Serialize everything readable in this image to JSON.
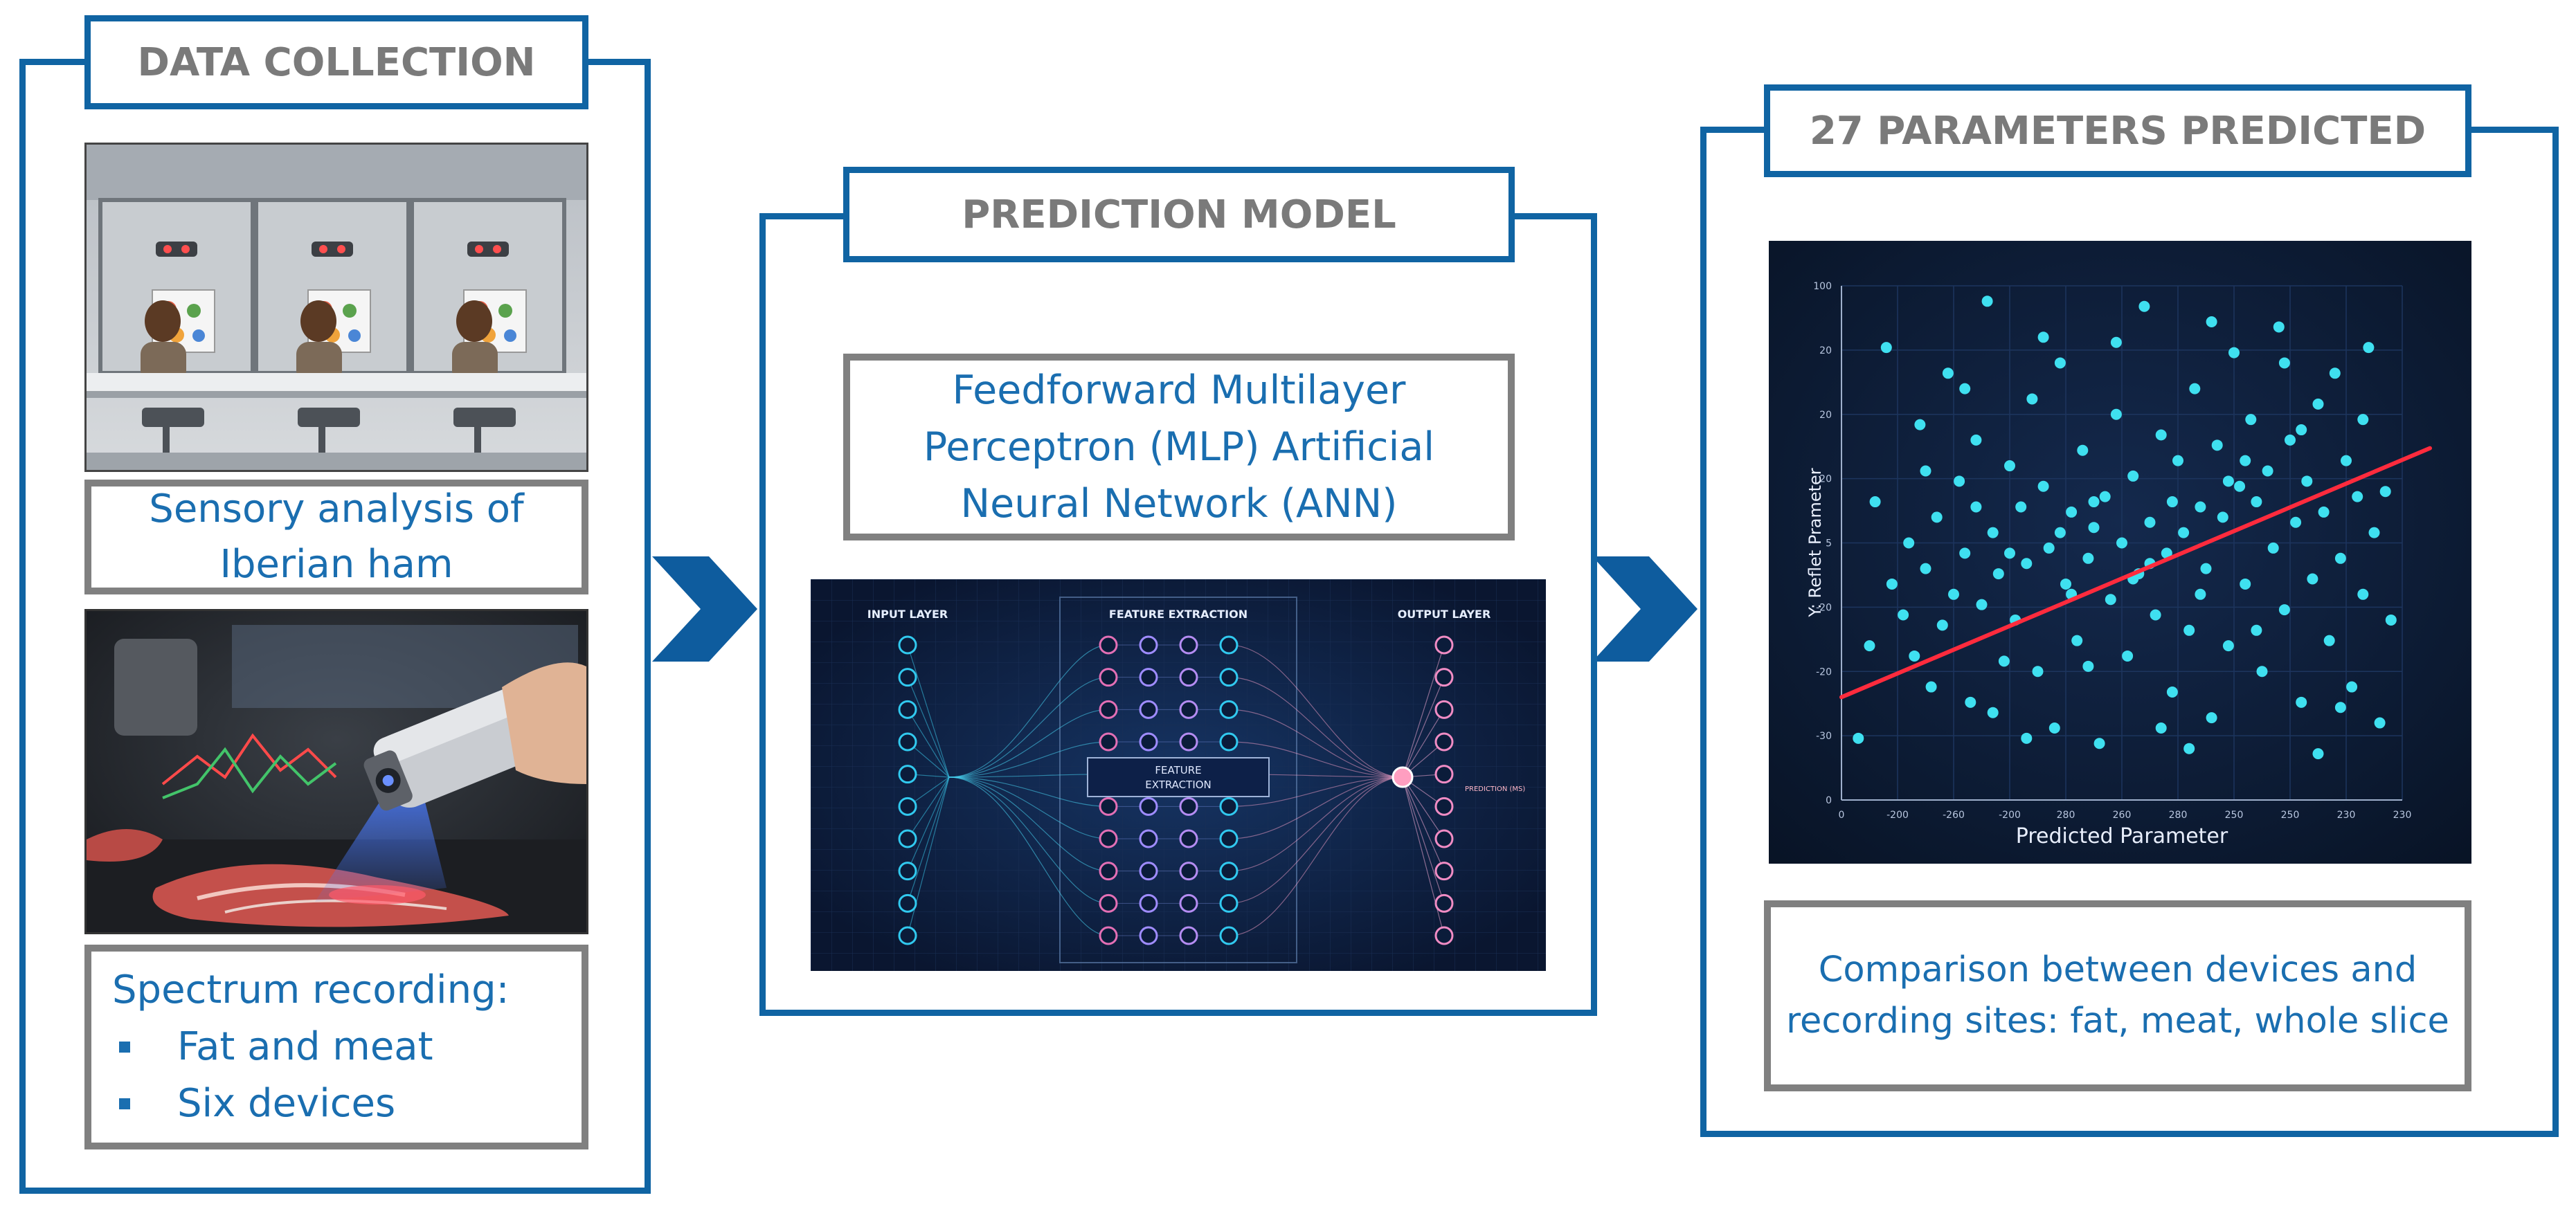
{
  "sections": {
    "data_collection": {
      "title": "DATA COLLECTION"
    },
    "prediction_model": {
      "title": "PREDICTION MODEL"
    },
    "parameters": {
      "title": "27 PARAMETERS PREDICTED"
    }
  },
  "data_collection": {
    "sensory_text": [
      "Sensory analysis of",
      "Iberian ham"
    ],
    "spectrum_title": "Spectrum recording:",
    "spectrum_items": [
      "Fat and meat",
      "Six devices"
    ]
  },
  "prediction_model": {
    "model_text": [
      "Feedforward Multilayer",
      "Perceptron (MLP) Artificial",
      "Neural Network (ANN)"
    ],
    "network_labels": {
      "input": "INPUT LAYER",
      "feature": "FEATURE EXTRACTION",
      "output": "OUTPUT LAYER",
      "center_1": "FEATURE",
      "center_2": "EXTRACTION",
      "prediction": "PREDICTION (MS)"
    }
  },
  "parameters": {
    "comparison_text": [
      "Comparison between devices and",
      "recording sites: fat, meat, whole slice"
    ]
  },
  "chart_data": {
    "type": "scatter",
    "xlabel": "Predicted Parameter",
    "ylabel": "Y: Reflet Prameter",
    "x_tick_labels": [
      "0",
      "-200",
      "-260",
      "-200",
      "280",
      "260",
      "280",
      "250",
      "250",
      "230",
      "230"
    ],
    "y_tick_labels": [
      "100",
      "20",
      "20",
      "20",
      "5",
      "-20",
      "-20",
      "-30",
      "0"
    ],
    "trend_line": {
      "start": [
        0,
        20
      ],
      "end": [
        10,
        66
      ]
    },
    "points": [
      [
        0.3,
        12
      ],
      [
        0.5,
        30
      ],
      [
        0.6,
        58
      ],
      [
        0.8,
        88
      ],
      [
        0.9,
        42
      ],
      [
        1.1,
        36
      ],
      [
        1.2,
        50
      ],
      [
        1.3,
        28
      ],
      [
        1.4,
        73
      ],
      [
        1.5,
        45
      ],
      [
        1.6,
        22
      ],
      [
        1.7,
        55
      ],
      [
        1.8,
        34
      ],
      [
        1.9,
        83
      ],
      [
        2.0,
        40
      ],
      [
        2.1,
        62
      ],
      [
        2.2,
        48
      ],
      [
        2.3,
        19
      ],
      [
        2.4,
        70
      ],
      [
        2.5,
        38
      ],
      [
        2.6,
        97
      ],
      [
        2.7,
        52
      ],
      [
        2.8,
        44
      ],
      [
        2.9,
        27
      ],
      [
        3.0,
        65
      ],
      [
        3.1,
        35
      ],
      [
        3.2,
        57
      ],
      [
        3.3,
        46
      ],
      [
        3.4,
        78
      ],
      [
        3.5,
        25
      ],
      [
        3.6,
        61
      ],
      [
        3.7,
        49
      ],
      [
        3.8,
        14
      ],
      [
        3.9,
        85
      ],
      [
        4.0,
        42
      ],
      [
        4.1,
        56
      ],
      [
        4.2,
        31
      ],
      [
        4.3,
        68
      ],
      [
        4.4,
        47
      ],
      [
        4.5,
        53
      ],
      [
        4.6,
        11
      ],
      [
        4.7,
        59
      ],
      [
        4.8,
        39
      ],
      [
        4.9,
        75
      ],
      [
        5.0,
        50
      ],
      [
        5.1,
        28
      ],
      [
        5.2,
        63
      ],
      [
        5.3,
        44
      ],
      [
        5.4,
        96
      ],
      [
        5.5,
        54
      ],
      [
        5.6,
        36
      ],
      [
        5.7,
        71
      ],
      [
        5.8,
        48
      ],
      [
        5.9,
        21
      ],
      [
        6.0,
        66
      ],
      [
        6.1,
        52
      ],
      [
        6.2,
        33
      ],
      [
        6.3,
        80
      ],
      [
        6.4,
        57
      ],
      [
        6.5,
        45
      ],
      [
        6.6,
        16
      ],
      [
        6.7,
        69
      ],
      [
        6.8,
        55
      ],
      [
        6.9,
        30
      ],
      [
        7.0,
        87
      ],
      [
        7.1,
        61
      ],
      [
        7.2,
        42
      ],
      [
        7.3,
        74
      ],
      [
        7.4,
        58
      ],
      [
        7.5,
        25
      ],
      [
        7.6,
        64
      ],
      [
        7.7,
        49
      ],
      [
        7.8,
        92
      ],
      [
        7.9,
        37
      ],
      [
        8.0,
        70
      ],
      [
        8.1,
        54
      ],
      [
        8.2,
        19
      ],
      [
        8.3,
        62
      ],
      [
        8.4,
        43
      ],
      [
        8.5,
        77
      ],
      [
        8.6,
        56
      ],
      [
        8.7,
        31
      ],
      [
        8.8,
        83
      ],
      [
        8.9,
        47
      ],
      [
        9.0,
        66
      ],
      [
        9.1,
        22
      ],
      [
        9.2,
        59
      ],
      [
        9.3,
        40
      ],
      [
        9.4,
        88
      ],
      [
        9.5,
        52
      ],
      [
        9.6,
        15
      ],
      [
        9.7,
        60
      ],
      [
        9.8,
        35
      ],
      [
        1.5,
        64
      ],
      [
        2.7,
        17
      ],
      [
        3.6,
        90
      ],
      [
        4.4,
        26
      ],
      [
        5.7,
        14
      ],
      [
        6.6,
        93
      ],
      [
        7.4,
        33
      ],
      [
        8.5,
        9
      ],
      [
        9.3,
        74
      ],
      [
        2.2,
        80
      ],
      [
        3.3,
        12
      ],
      [
        4.9,
        89
      ],
      [
        6.2,
        10
      ],
      [
        7.9,
        85
      ],
      [
        8.9,
        18
      ],
      [
        5.2,
        43
      ],
      [
        4.5,
        58
      ],
      [
        5.9,
        58
      ],
      [
        6.9,
        62
      ],
      [
        3.9,
        52
      ],
      [
        4.1,
        40
      ],
      [
        5.5,
        46
      ],
      [
        6.4,
        40
      ],
      [
        7.2,
        66
      ],
      [
        3.0,
        48
      ],
      [
        2.4,
        57
      ],
      [
        8.2,
        72
      ]
    ]
  }
}
